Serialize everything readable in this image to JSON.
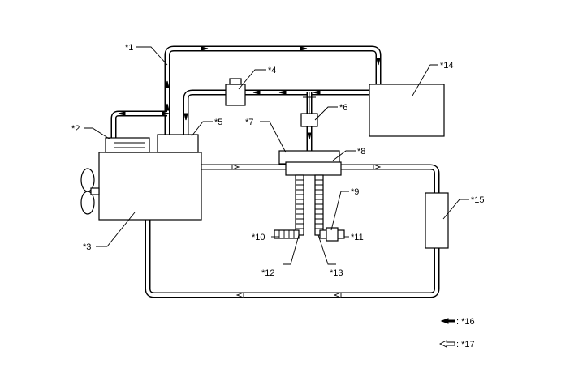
{
  "diagram": {
    "labels": {
      "c1": "*1",
      "c2": "*2",
      "c3": "*3",
      "c4": "*4",
      "c5": "*5",
      "c6": "*6",
      "c7": "*7",
      "c8": "*8",
      "c9": "*9",
      "c10": "*10",
      "c11": "*11",
      "c12": "*12",
      "c13": "*13",
      "c14": "*14",
      "c15": "*15"
    },
    "legend": {
      "solid_arrow": ": *16",
      "open_arrow": ": *17"
    }
  }
}
